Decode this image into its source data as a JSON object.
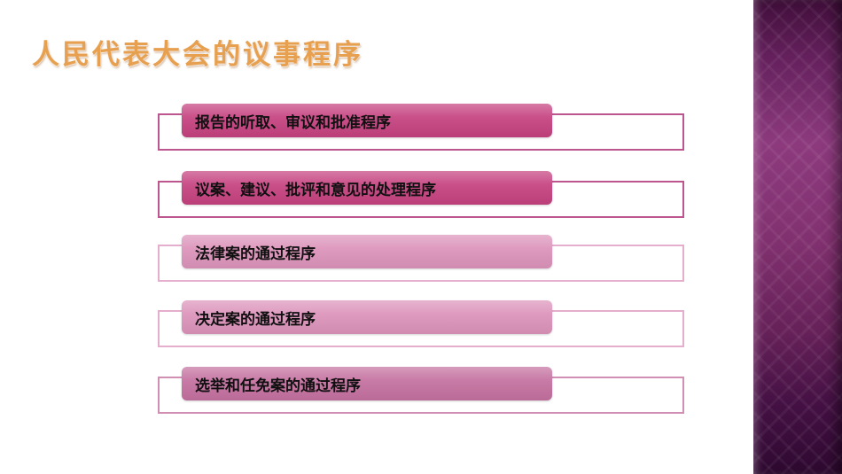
{
  "slide": {
    "title": "人民代表大会的议事程序",
    "items": [
      {
        "label": "报告的听取、审议和批准程序",
        "fill": "#c5417f",
        "border": "#bd568e"
      },
      {
        "label": "议案、建议、批评和意见的处理程序",
        "fill": "#c5417f",
        "border": "#bd568e"
      },
      {
        "label": "法律案的通过程序",
        "fill": "#dc93ba",
        "border": "#e6aecd"
      },
      {
        "label": "决定案的通过程序",
        "fill": "#dc93ba",
        "border": "#e6aecd"
      },
      {
        "label": "选举和任免案的通过程序",
        "fill": "#c4709f",
        "border": "#d18fb4"
      }
    ],
    "colors": {
      "title_orange": "#e7a050",
      "strip_purple_mid": "#8c3a7d",
      "strip_purple_dark": "#2e0930",
      "background": "#ffffff"
    }
  }
}
